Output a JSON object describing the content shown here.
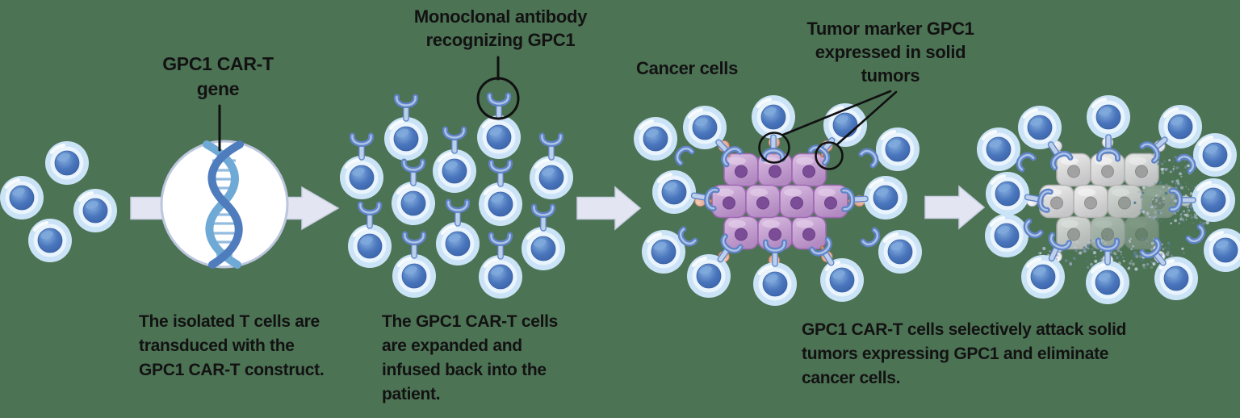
{
  "labels": {
    "gene": "GPC1 CAR-T\ngene",
    "antibody": "Monoclonal antibody\nrecognizing GPC1",
    "cancer_cells": "Cancer cells",
    "tumor_marker": "Tumor marker GPC1\nexpressed in solid\ntumors"
  },
  "captions": {
    "step1": "The isolated T cells are\ntransduced with the\nGPC1 CAR-T construct.",
    "step2": "The GPC1 CAR-T cells\nare expanded and\ninfused back into the\npatient.",
    "step3": "GPC1 CAR-T cells selectively attack solid\ntumors expressing GPC1 and eliminate\ncancer cells."
  },
  "icons": {
    "t_cell": "blue-sphere-cell-shape",
    "car_receptor": "y-shaped-receptor-shape",
    "dna": "double-helix-in-white-circle",
    "flow_arrow": "block-right-arrow",
    "gpc1_marker": "ball-on-stalk-shape",
    "annotation_circle": "black-highlight-ring"
  },
  "colors": {
    "background": "#4d7355",
    "text": "#121212",
    "annotation": "#101010",
    "cell_halo": "#cbe3f6",
    "cell_inner": "#e9f4fc",
    "nucleus": "#4a76bd",
    "nucleus_light": "#8ab2e0",
    "nucleus_dark": "#3a61a6",
    "receptor": "#5f83c8",
    "receptor_light": "#bcd0ec",
    "arrow_fill": "#e3e6f2",
    "arrow_border": "#c9cfe2",
    "dna_strand_dark": "#4e7cbd",
    "dna_strand_light": "#6fa9d6",
    "tumor_fill": "#b289c1",
    "tumor_border": "#9e69b2",
    "tumor_nucleus": "#7c4d97",
    "marker_fill": "#d89a85",
    "dead_fill": "#c6c6c8",
    "dead_nucleus": "#a2a2a2"
  }
}
